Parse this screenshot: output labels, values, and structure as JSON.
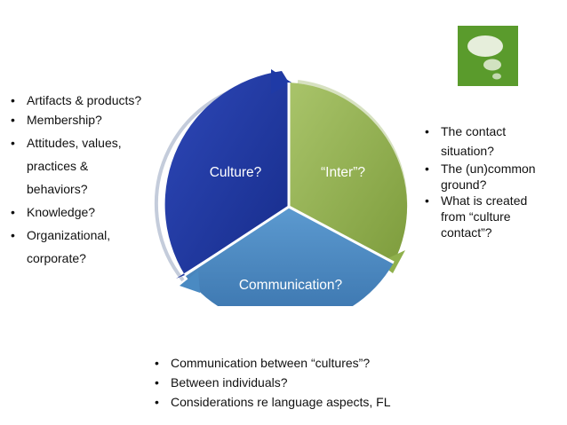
{
  "diagram": {
    "segments": [
      {
        "label": "Culture?",
        "color": "#1f3aa6"
      },
      {
        "label": "“Inter”?",
        "color": "#8fb04c"
      },
      {
        "label": "Communication?",
        "color": "#4a8ac2"
      }
    ]
  },
  "left_list": [
    "Artifacts & products?",
    "Membership?",
    "Attitudes, values, practices & behaviors?",
    "Knowledge?",
    "Organizational, corporate?"
  ],
  "right_list": [
    "The contact situation?",
    "The (un)common ground?",
    "What is created from “culture contact”?"
  ],
  "bottom_list": [
    "Communication between “cultures”?",
    "Between individuals?",
    "Considerations re language aspects, FL"
  ],
  "logo": {
    "icon": "speech-bubbles-icon",
    "color": "#5a9b2c"
  }
}
